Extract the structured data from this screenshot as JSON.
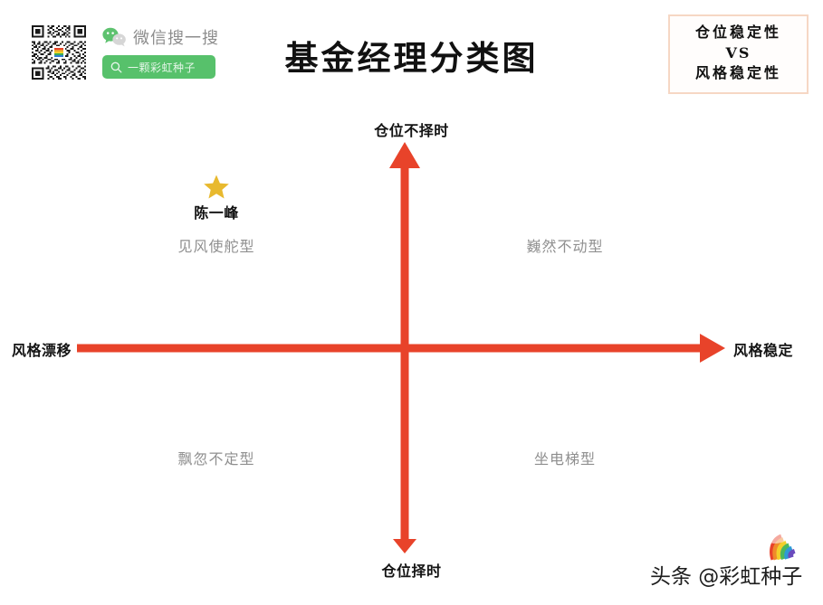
{
  "header": {
    "qr_icon": "qr-code",
    "wechat_logo_icon": "wechat-icon",
    "wechat_label": "微信搜一搜",
    "search_icon": "search-icon",
    "search_value": "一颗彩虹种子"
  },
  "title": "基金经理分类图",
  "compare_box": {
    "line1": "仓位稳定性",
    "line2": "VS",
    "line3": "风格稳定性",
    "border_color": "#f6d7c4"
  },
  "chart_data": {
    "type": "scatter",
    "title": "基金经理分类图",
    "subtitle": "仓位稳定性 VS 风格稳定性",
    "xlabel_left": "风格漂移",
    "xlabel_right": "风格稳定",
    "ylabel_top": "仓位不择时",
    "ylabel_bottom": "仓位择时",
    "axis_color": "#e8432a",
    "grid": false,
    "legend": "none",
    "xlim": [
      -1,
      1
    ],
    "ylim": [
      -1,
      1
    ],
    "quadrants": [
      {
        "position": "top-left",
        "label": "见风使舵型",
        "x": -0.54,
        "y": 0.52
      },
      {
        "position": "top-right",
        "label": "巍然不动型",
        "x": 0.5,
        "y": 0.52
      },
      {
        "position": "bottom-left",
        "label": "飘忽不定型",
        "x": -0.54,
        "y": -0.48
      },
      {
        "position": "bottom-right",
        "label": "坐电梯型",
        "x": 0.5,
        "y": -0.48
      }
    ],
    "points": [
      {
        "name": "陈一峰",
        "x": -0.54,
        "y": 0.73,
        "marker": "star",
        "color": "#e8b92e",
        "quadrant": "top-left"
      }
    ]
  },
  "axes": {
    "top_label": "仓位不择时",
    "bottom_label": "仓位择时",
    "left_label": "风格漂移",
    "right_label": "风格稳定",
    "color": "#e8432a"
  },
  "quadrants": {
    "top_left": "见风使舵型",
    "top_right": "巍然不动型",
    "bottom_left": "飘忽不定型",
    "bottom_right": "坐电梯型"
  },
  "data_point": {
    "name": "陈一峰",
    "marker_icon": "star-icon",
    "marker_color": "#e8b92e"
  },
  "watermark": {
    "text": "头条 @彩虹种子",
    "logo_icon": "rainbow-sprout-icon"
  }
}
